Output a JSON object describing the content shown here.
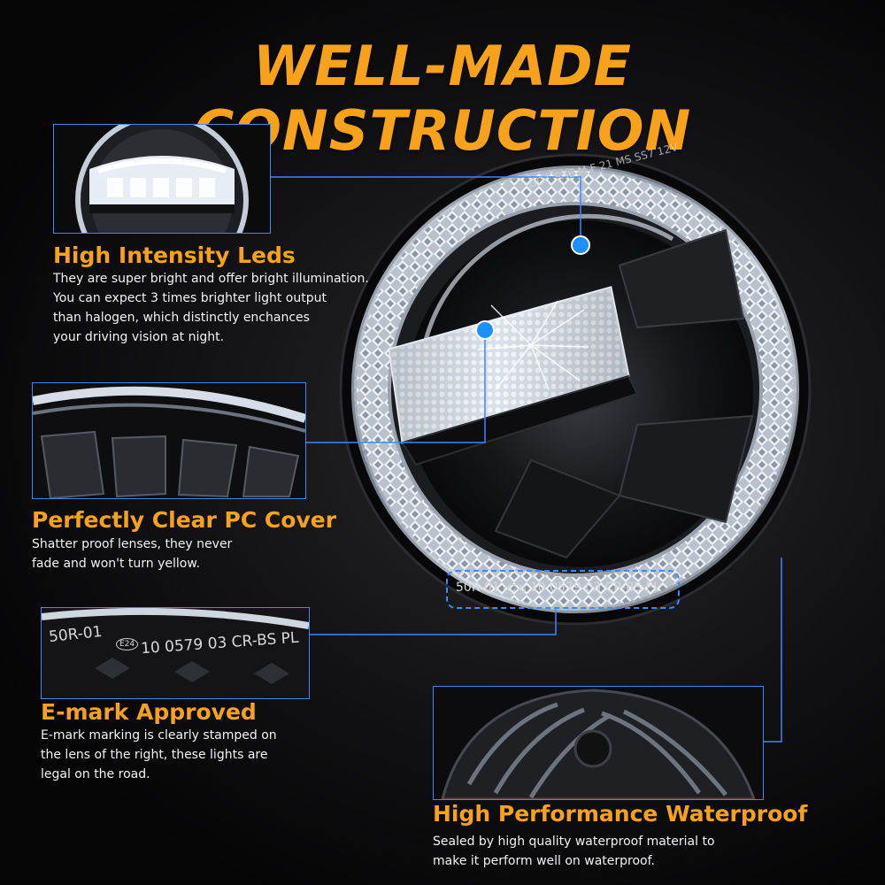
{
  "title": "WELL-MADE CONSTRUCTION",
  "features": [
    {
      "title": "High Intensity Leds",
      "description": "They are super bright and offer bright illumination.\nYou can expect 3 times brighter light output\nthan halogen, which distinctly enchances\nyour driving vision at night."
    },
    {
      "title": "Perfectly Clear PC Cover",
      "description": "Shatter proof lenses, they never\nfade and won't turn yellow."
    },
    {
      "title": "E-mark Approved",
      "description": "E-mark marking is clearly stamped on\nthe lens of the right, these lights are\nlegal on the road."
    },
    {
      "title": "High Performance Waterproof",
      "description": "Sealed by high quality waterproof material to\nmake it perform well on waterproof."
    }
  ],
  "lens_markings": {
    "ring_text": "DOT SAE M F 21 MS SS7 12V",
    "emark_code": "50R-01",
    "emark_symbol": "E24",
    "approval_number": "10 0579 03 CR-BS PL"
  },
  "colors": {
    "accent": "#f7a21a",
    "callout_line": "#3f86ff",
    "callout_dot": "#1e8fff",
    "text": "#f2f2f2"
  }
}
